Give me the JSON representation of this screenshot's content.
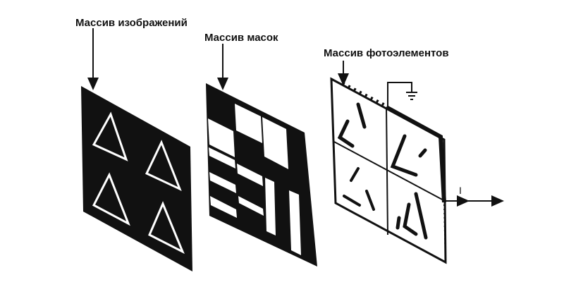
{
  "labels": {
    "image_array": "Массив изображений",
    "mask_array": "Массив масок",
    "photo_array": "Массив фотоэлементов",
    "current": "I"
  },
  "colors": {
    "ink": "#111111",
    "paper": "#ffffff"
  }
}
